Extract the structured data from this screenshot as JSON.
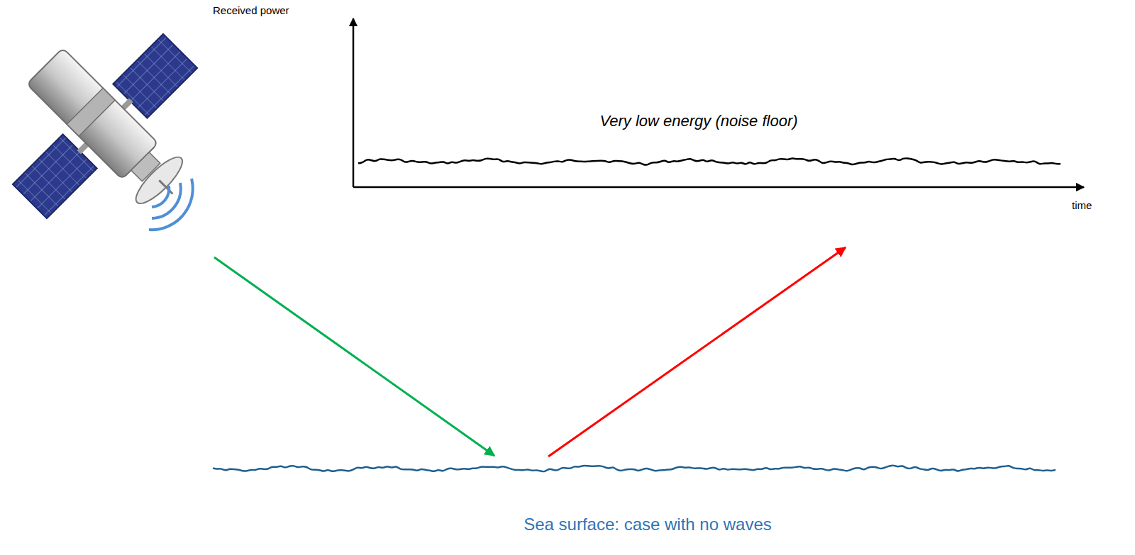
{
  "diagram": {
    "caption": "Sea surface: case with no waves",
    "labels": [
      "Received power",
      "Very low energy (noise floor)",
      "time"
    ]
  }
}
